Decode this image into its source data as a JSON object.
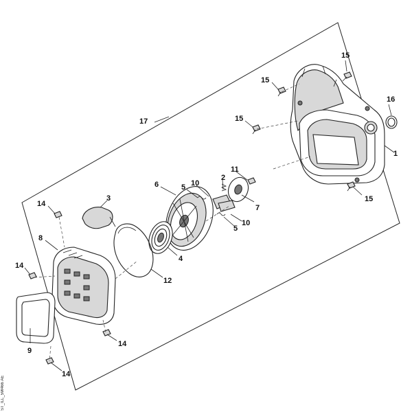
{
  "diagram": {
    "image_code": "ST_ILL_5W466",
    "image_code_sub": "AE",
    "callouts": [
      {
        "id": "c1",
        "label": "1"
      },
      {
        "id": "c2",
        "label": "2"
      },
      {
        "id": "c3",
        "label": "3"
      },
      {
        "id": "c4",
        "label": "4"
      },
      {
        "id": "c5a",
        "label": "5"
      },
      {
        "id": "c5b",
        "label": "5"
      },
      {
        "id": "c6",
        "label": "6"
      },
      {
        "id": "c7",
        "label": "7"
      },
      {
        "id": "c8",
        "label": "8"
      },
      {
        "id": "c9",
        "label": "9"
      },
      {
        "id": "c10a",
        "label": "10"
      },
      {
        "id": "c10b",
        "label": "10"
      },
      {
        "id": "c11",
        "label": "11"
      },
      {
        "id": "c12",
        "label": "12"
      },
      {
        "id": "c14a",
        "label": "14"
      },
      {
        "id": "c14b",
        "label": "14"
      },
      {
        "id": "c14c",
        "label": "14"
      },
      {
        "id": "c14d",
        "label": "14"
      },
      {
        "id": "c15a",
        "label": "15"
      },
      {
        "id": "c15b",
        "label": "15"
      },
      {
        "id": "c15c",
        "label": "15"
      },
      {
        "id": "c15d",
        "label": "15"
      },
      {
        "id": "c16",
        "label": "16"
      },
      {
        "id": "c17",
        "label": "17"
      }
    ]
  }
}
